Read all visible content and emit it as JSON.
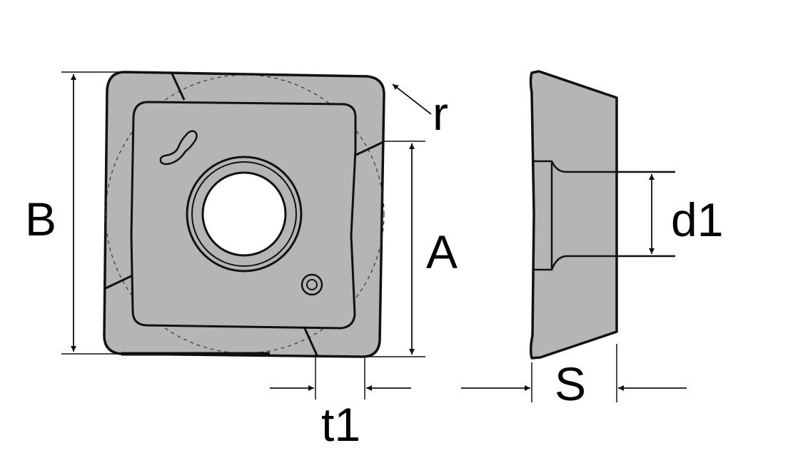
{
  "labels": {
    "B": "B",
    "A": "A",
    "r": "r",
    "t1": "t1",
    "d1": "d1",
    "S": "S"
  },
  "colors": {
    "fill": "#b5b5b5",
    "stroke": "#111111",
    "hole": "#ffffff",
    "background": "#ffffff"
  }
}
